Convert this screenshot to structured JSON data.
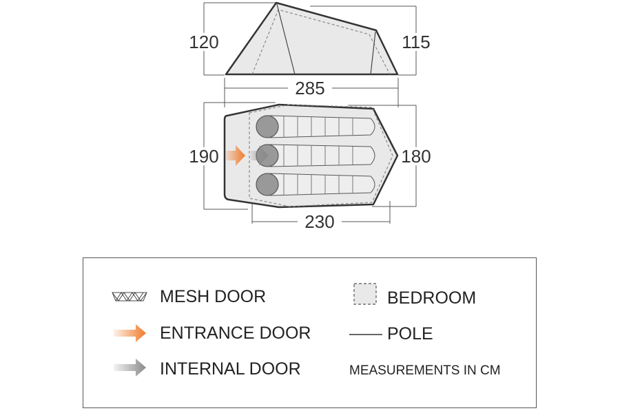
{
  "dimensions": {
    "front_height": "120",
    "rear_height": "115",
    "total_length": "285",
    "front_width": "190",
    "rear_width": "180",
    "inner_length": "230"
  },
  "legend": {
    "mesh_door": "MESH DOOR",
    "entrance_door": "ENTRANCE DOOR",
    "internal_door": "INTERNAL DOOR",
    "bedroom": "BEDROOM",
    "pole": "POLE",
    "units_note": "MEASUREMENTS IN CM"
  },
  "colors": {
    "entrance_arrow": "#f07a2a",
    "internal_arrow": "#8a8a8a",
    "tent_fill": "#e9e9e9",
    "outline": "#333333",
    "sleeping_bag_head": "#999999",
    "sleeping_bag_body": "#eeeeee"
  },
  "icons": {
    "mesh_door": "mesh-door-icon",
    "entrance_door": "orange-arrow-icon",
    "internal_door": "grey-arrow-icon",
    "bedroom": "dashed-square-icon",
    "pole": "pole-line-icon"
  }
}
